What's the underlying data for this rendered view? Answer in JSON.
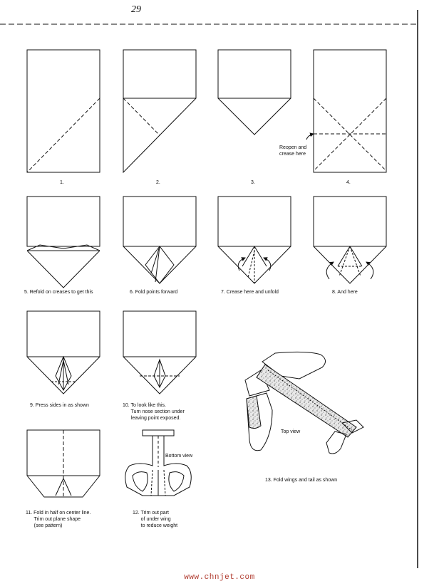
{
  "page": {
    "number": "29",
    "footer": "www.chnjet.com"
  },
  "steps": [
    {
      "caption": "1."
    },
    {
      "caption": "2."
    },
    {
      "caption": "3."
    },
    {
      "caption": "4.",
      "note": "Reopen and\ncrease here"
    },
    {
      "caption": "5. Refold on creases to get this"
    },
    {
      "caption": "6. Fold points forward"
    },
    {
      "caption": "7. Crease here and unfold"
    },
    {
      "caption": "8. And here"
    },
    {
      "caption": "9. Press sides in as shown"
    },
    {
      "caption": "10. To look like this.\n      Turn nose section under\n      leaving point exposed."
    },
    {
      "caption": "11. Fold in half on center line.\n      Trim out plane shape\n      (see pattern)"
    },
    {
      "caption": "12. Trim out part\n      of under wing\n      to reduce weight",
      "note": "Bottom view"
    },
    {
      "caption": "13. Fold wings and tail as shown",
      "note": "Top view"
    }
  ]
}
